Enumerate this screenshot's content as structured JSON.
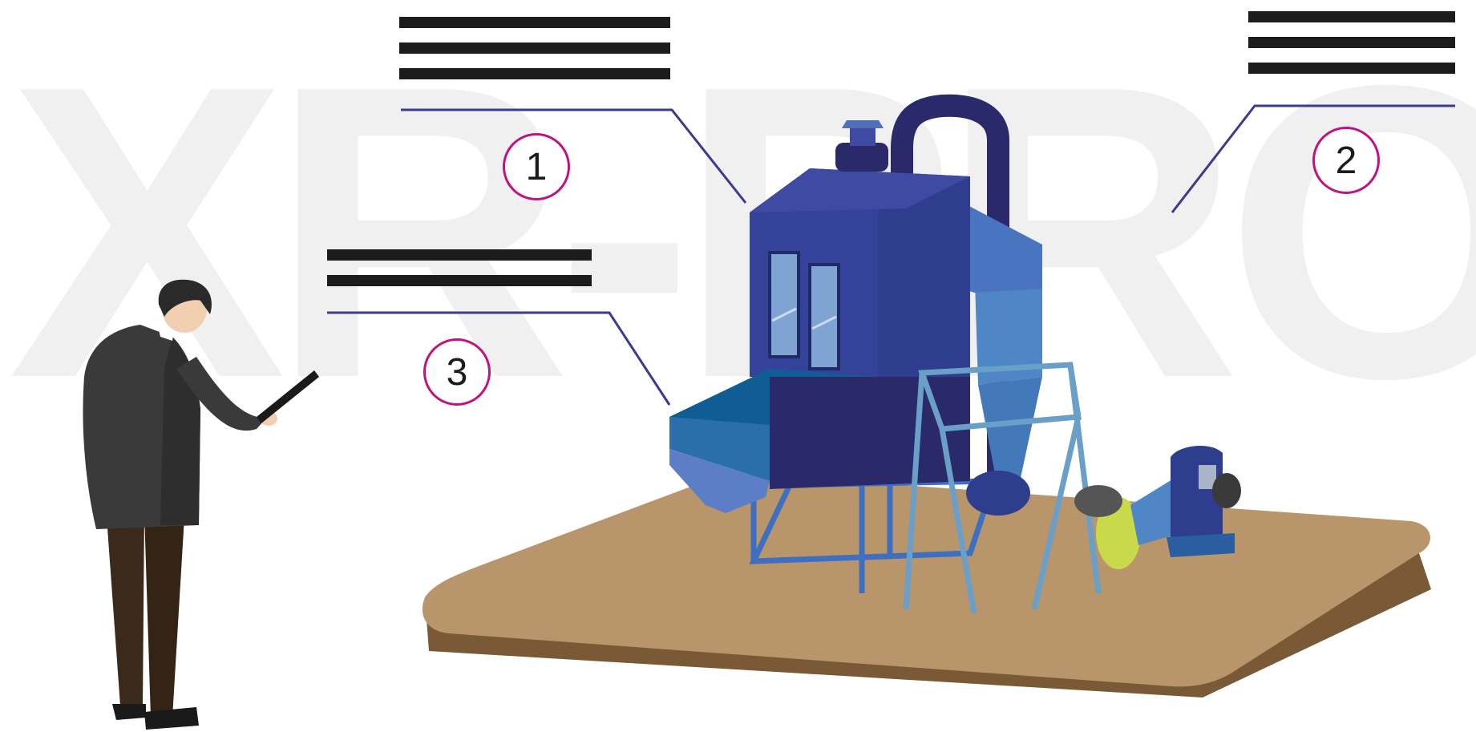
{
  "watermark": {
    "text": "XR-PRO"
  },
  "callouts": [
    {
      "number": "1",
      "bars": 3
    },
    {
      "number": "2",
      "bars": 3
    },
    {
      "number": "3",
      "bars": 2
    }
  ],
  "colors": {
    "badge_ring": "#c0137f",
    "leader_line": "#3b3a8f",
    "bar": "#1c1c1c",
    "platform_top": "#b8956a",
    "platform_side": "#7a5a36",
    "machine_dark": "#2a2a6a",
    "machine_mid": "#3f4aa3",
    "machine_light": "#4f86c6",
    "frame": "#6aa0c8",
    "cone_yellow": "#c9d94a",
    "person_jacket": "#3a3a3a",
    "person_pants": "#3b2a1c"
  },
  "icons": {
    "person": "person-with-tablet-icon",
    "machine": "industrial-machine-icon"
  }
}
